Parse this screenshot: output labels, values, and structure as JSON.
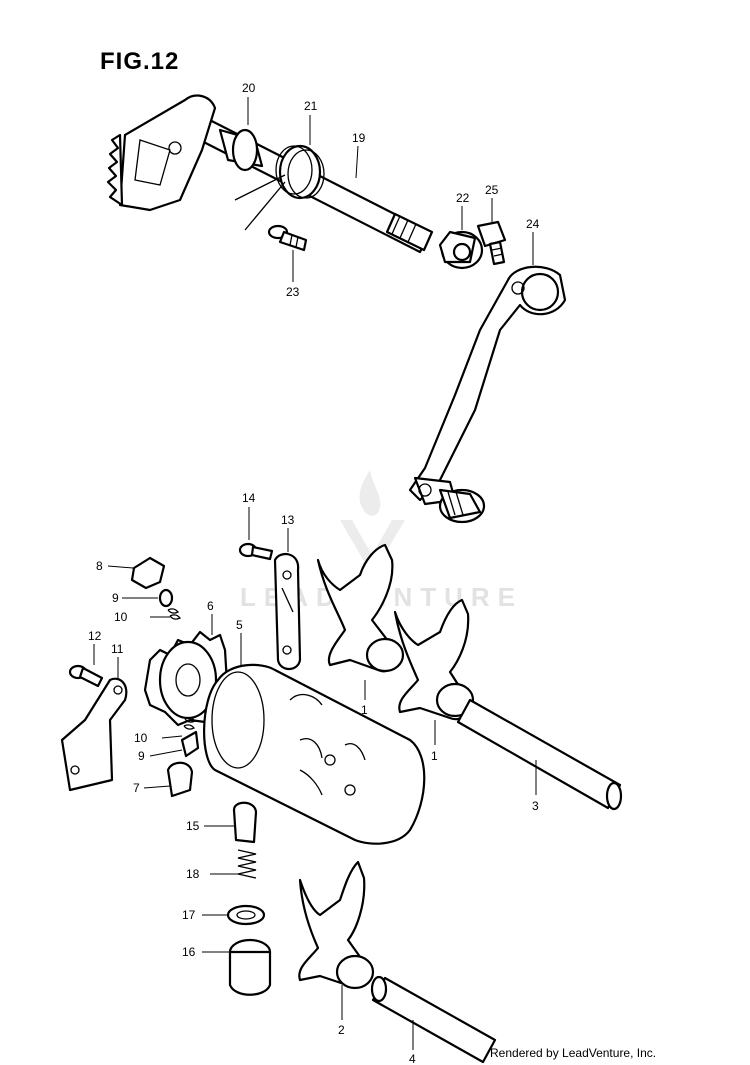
{
  "figure": {
    "title": "FIG.12"
  },
  "watermark": {
    "text": "LEADVENTURE",
    "color": "#e2e2e2"
  },
  "footer": {
    "text": "Rendered by LeadVenture, Inc."
  },
  "callouts": [
    "20",
    "21",
    "19",
    "22",
    "25",
    "24",
    "23",
    "14",
    "13",
    "8",
    "9",
    "10",
    "6",
    "5",
    "12",
    "11",
    "10",
    "9",
    "7",
    "15",
    "18",
    "17",
    "16",
    "1",
    "1",
    "3",
    "2",
    "4"
  ]
}
